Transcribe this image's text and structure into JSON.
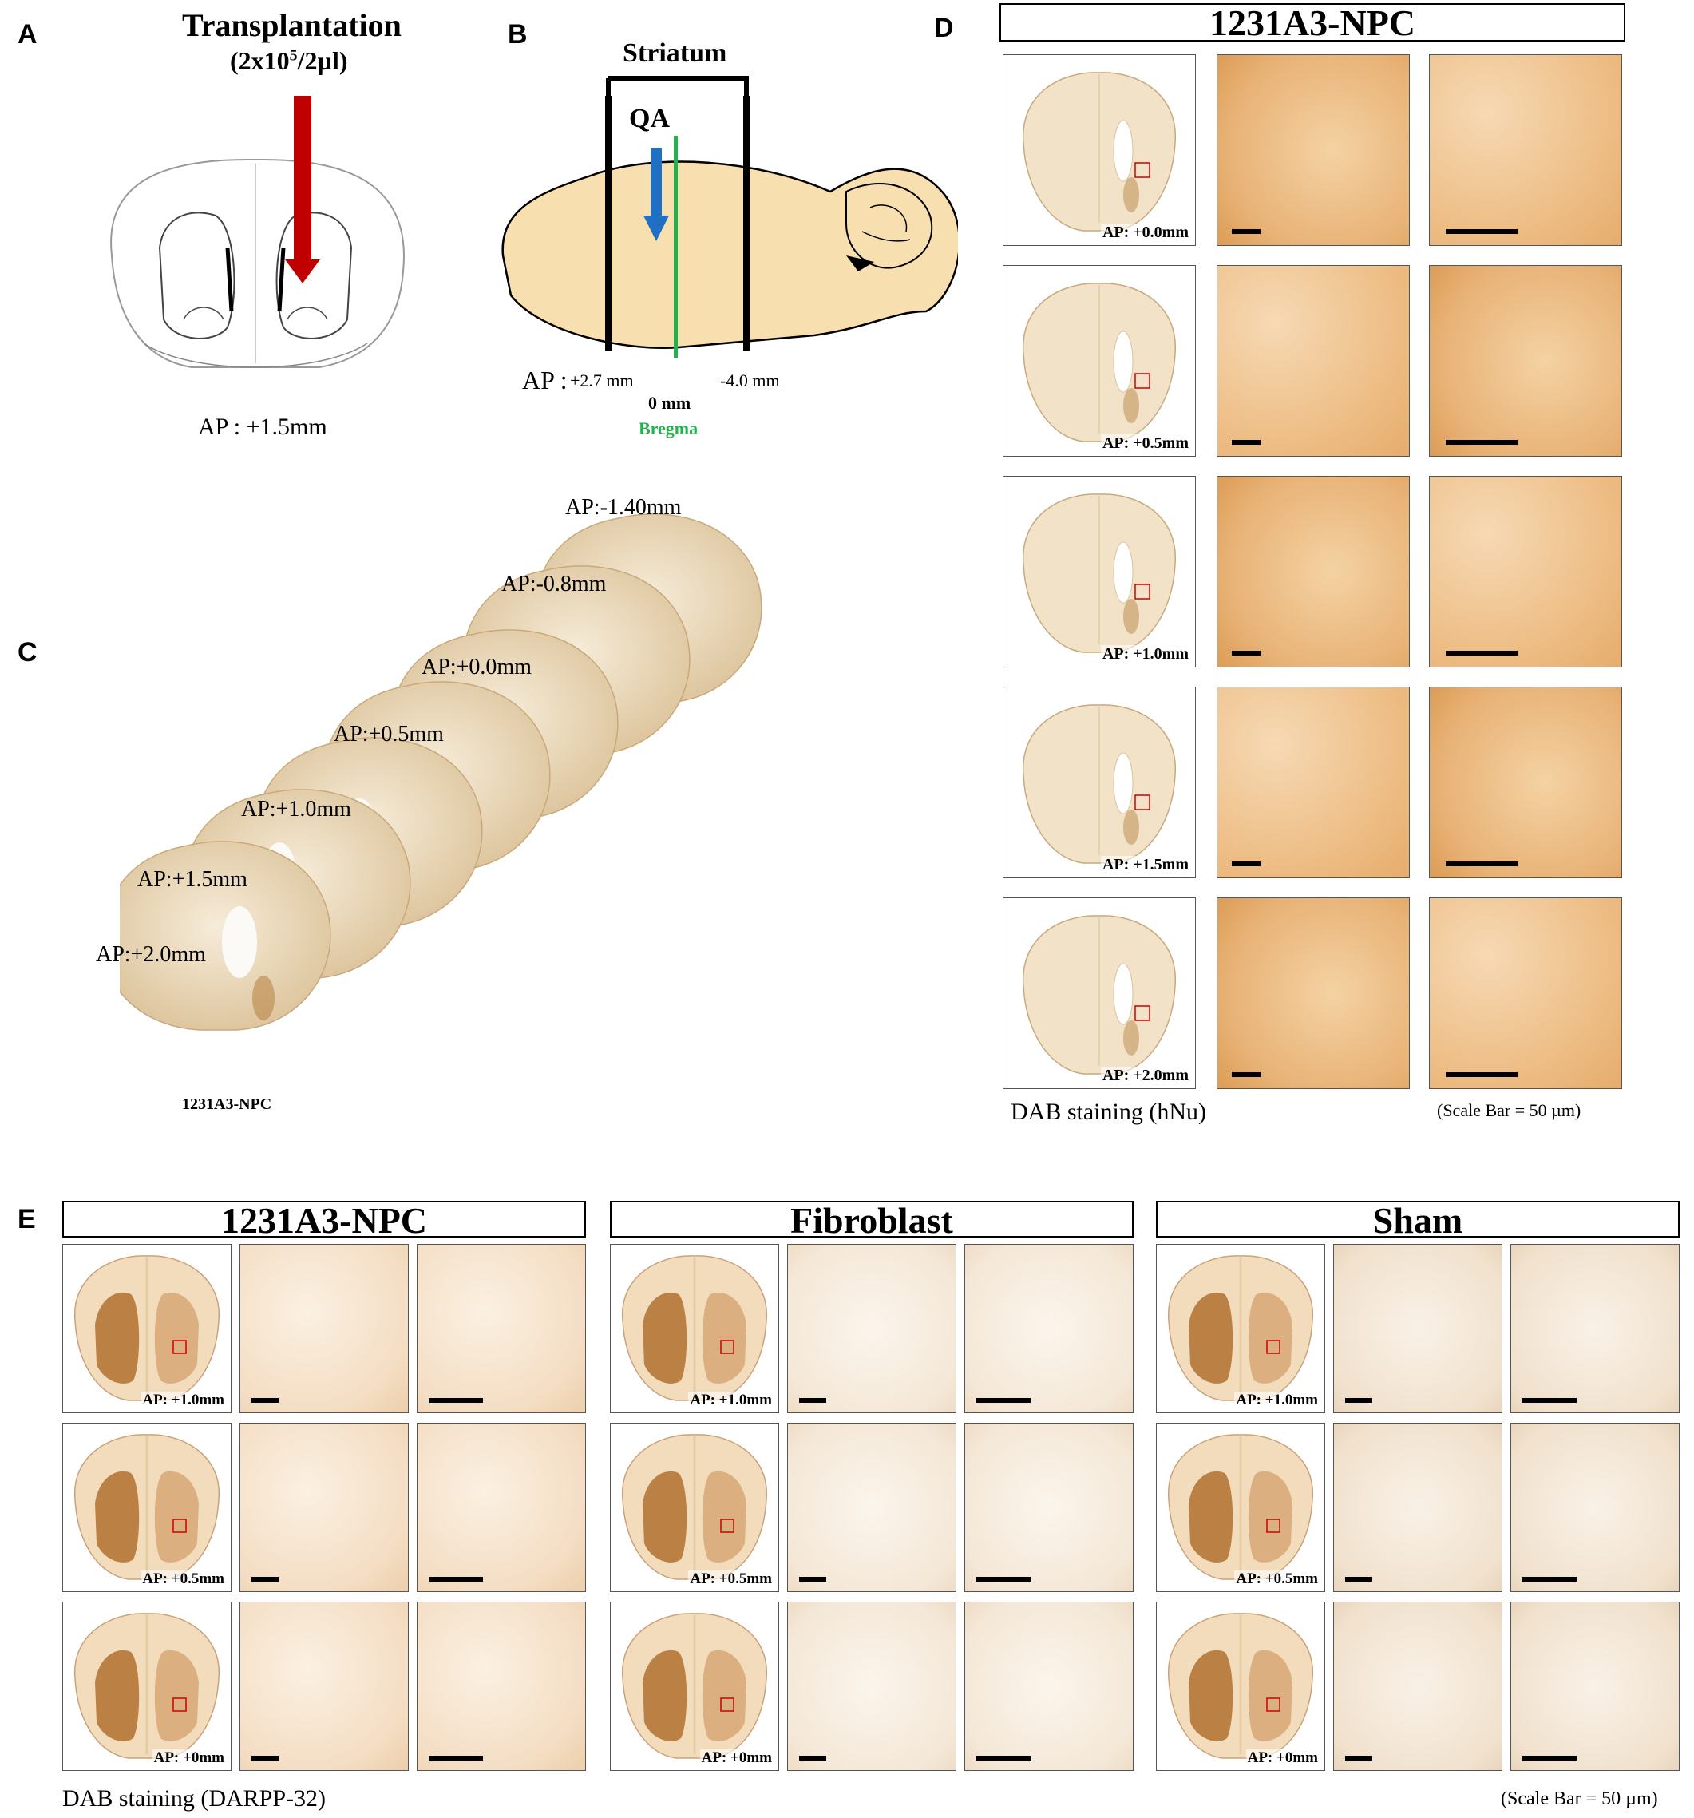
{
  "panel_a": {
    "letter": "A",
    "title": "Transplantation",
    "dose_prefix": "(2x10",
    "dose_exp": "5",
    "dose_suffix": "/2µl)",
    "ap_label": "AP : +1.5mm",
    "arrow_color": "#c00000"
  },
  "panel_b": {
    "letter": "B",
    "title": "Striatum",
    "qa": "QA",
    "ap_prefix": "AP :",
    "ap_front": "+2.7 mm",
    "ap_back": "-4.0 mm",
    "zero": "0 mm",
    "bregma": "Bregma",
    "qa_arrow_color": "#1f6fc4",
    "bregma_color": "#22b14c",
    "brain_color": "#f7dfb0"
  },
  "panel_c": {
    "letter": "C",
    "caption": "1231A3-NPC",
    "sections": [
      "AP:-1.40mm",
      "AP:-0.8mm",
      "AP:+0.0mm",
      "AP:+0.5mm",
      "AP:+1.0mm",
      "AP:+1.5mm",
      "AP:+2.0mm"
    ]
  },
  "panel_d": {
    "letter": "D",
    "title": "1231A3-NPC",
    "rows": [
      "AP: +0.0mm",
      "AP: +0.5mm",
      "AP: +1.0mm",
      "AP: +1.5mm",
      "AP: +2.0mm"
    ],
    "stain": "DAB staining (hNu)",
    "scale": "(Scale Bar = 50 µm)"
  },
  "panel_e": {
    "letter": "E",
    "groups": [
      {
        "title": "1231A3-NPC",
        "rows": [
          "AP: +1.0mm",
          "AP: +0.5mm",
          "AP: +0mm"
        ]
      },
      {
        "title": "Fibroblast",
        "rows": [
          "AP: +1.0mm",
          "AP: +0.5mm",
          "AP: +0mm"
        ]
      },
      {
        "title": "Sham",
        "rows": [
          "AP: +1.0mm",
          "AP: +0.5mm",
          "AP: +0mm"
        ]
      }
    ],
    "stain": "DAB staining (DARPP-32)",
    "scale": "(Scale Bar = 50 µm)"
  }
}
